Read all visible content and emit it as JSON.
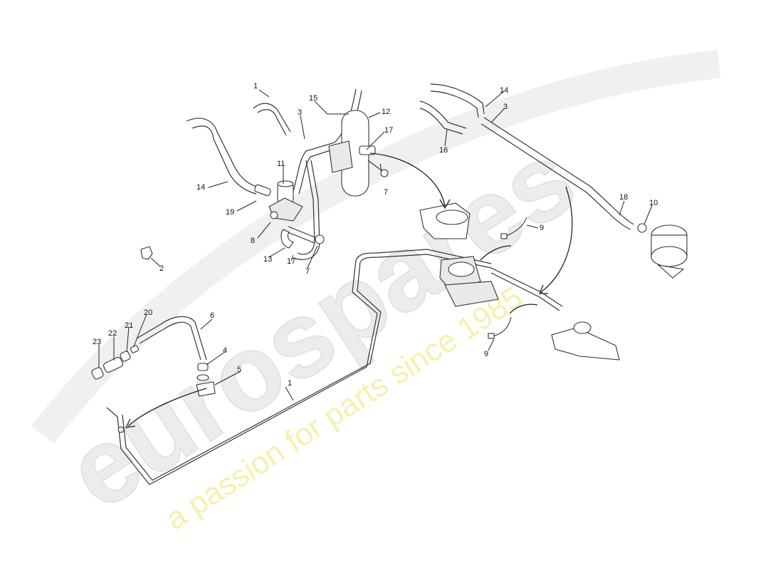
{
  "watermark": {
    "brand": "eurospares",
    "tagline": "a passion for parts since 1985"
  },
  "callouts": [
    {
      "id": "c1a",
      "text": "1"
    },
    {
      "id": "c1b",
      "text": "1"
    },
    {
      "id": "c2",
      "text": "2"
    },
    {
      "id": "c3a",
      "text": "3"
    },
    {
      "id": "c3b",
      "text": "3"
    },
    {
      "id": "c4",
      "text": "4"
    },
    {
      "id": "c5",
      "text": "5"
    },
    {
      "id": "c6",
      "text": "6"
    },
    {
      "id": "c7a",
      "text": "7"
    },
    {
      "id": "c7b",
      "text": "7"
    },
    {
      "id": "c8",
      "text": "8"
    },
    {
      "id": "c9a",
      "text": "9"
    },
    {
      "id": "c9b",
      "text": "9"
    },
    {
      "id": "c10",
      "text": "10"
    },
    {
      "id": "c11",
      "text": "11"
    },
    {
      "id": "c12",
      "text": "12"
    },
    {
      "id": "c13",
      "text": "13"
    },
    {
      "id": "c14a",
      "text": "14"
    },
    {
      "id": "c14b",
      "text": "14"
    },
    {
      "id": "c15",
      "text": "15"
    },
    {
      "id": "c16",
      "text": "16"
    },
    {
      "id": "c17a",
      "text": "17"
    },
    {
      "id": "c17b",
      "text": "17"
    },
    {
      "id": "c18",
      "text": "18"
    },
    {
      "id": "c19",
      "text": "19"
    },
    {
      "id": "c20",
      "text": "20"
    },
    {
      "id": "c21",
      "text": "21"
    },
    {
      "id": "c22",
      "text": "22"
    },
    {
      "id": "c23",
      "text": "23"
    }
  ]
}
